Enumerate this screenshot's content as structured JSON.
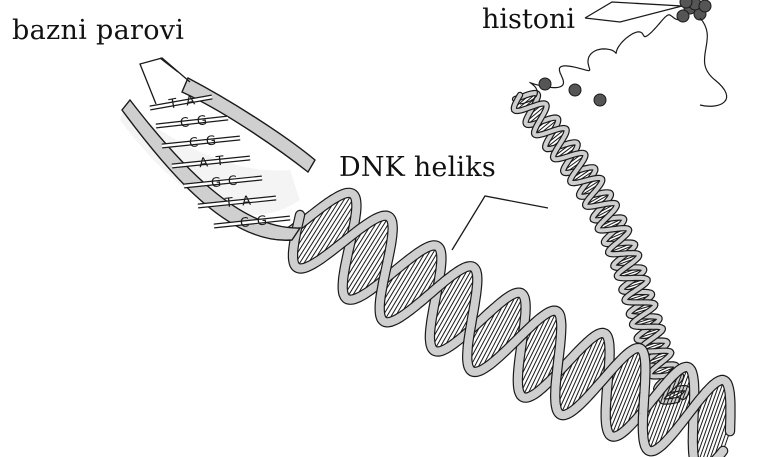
{
  "labels": {
    "base_pairs": "bazni parovi",
    "dna_helix": "DNK heliks",
    "histones": "histoni"
  },
  "base_pairs": [
    {
      "left": "T",
      "right": "A"
    },
    {
      "left": "C",
      "right": "G"
    },
    {
      "left": "C",
      "right": "G"
    },
    {
      "left": "A",
      "right": "T"
    },
    {
      "left": "G",
      "right": "C"
    },
    {
      "left": "T",
      "right": "A"
    },
    {
      "left": "C",
      "right": "G"
    }
  ],
  "colors": {
    "ink": "#1a1a1a",
    "strand_fill": "#cfcfcf",
    "background": "#ffffff"
  }
}
